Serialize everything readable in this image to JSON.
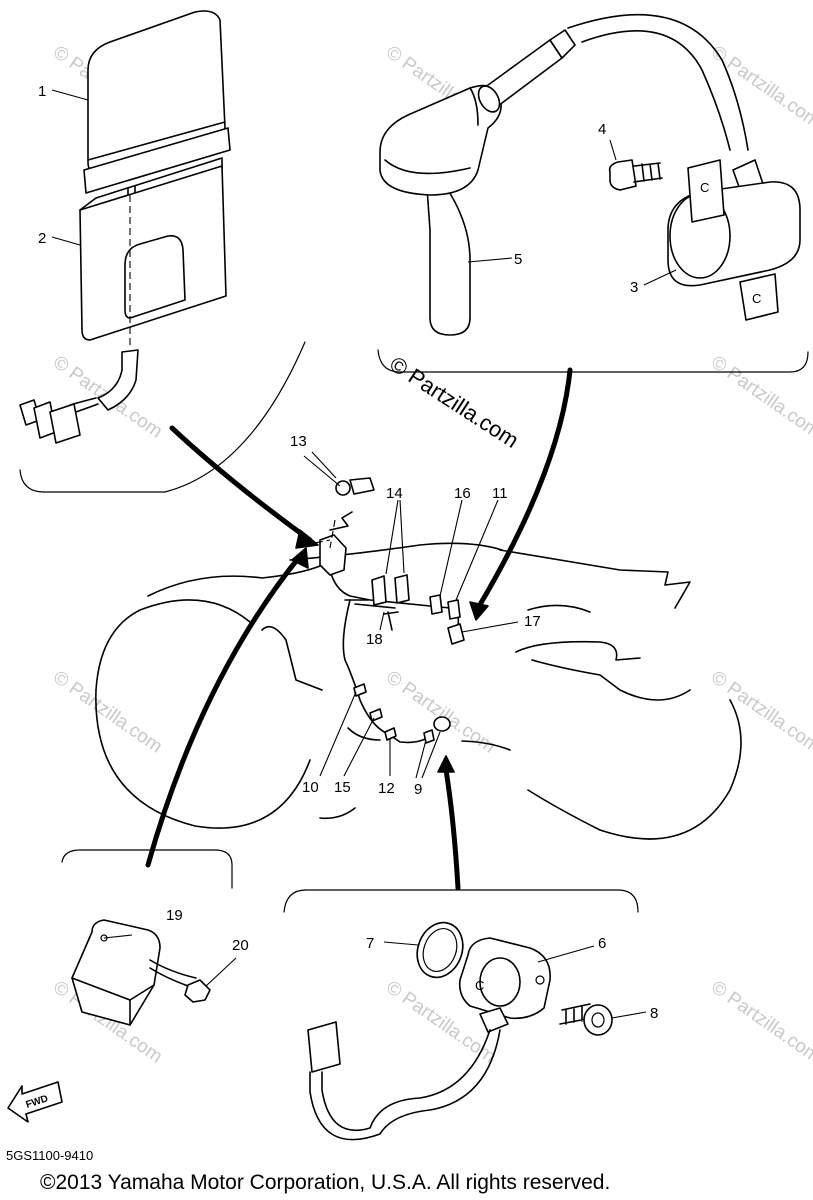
{
  "watermarks": {
    "small": "© Partzilla.com",
    "large": "© Partzilla.com"
  },
  "callouts": {
    "c1": "1",
    "c2": "2",
    "c3": "3",
    "c4": "4",
    "c5": "5",
    "c6": "6",
    "c7": "7",
    "c8": "8",
    "c9": "9",
    "c10": "10",
    "c11": "11",
    "c12": "12",
    "c13": "13",
    "c14": "14",
    "c15": "15",
    "c16": "16",
    "c17": "17",
    "c18": "18",
    "c19": "19",
    "c20": "20"
  },
  "fwd_label": "FWD",
  "diagram_code": "5GS1100-9410",
  "copyright": "©2013 Yamaha Motor Corporation, U.S.A. All rights reserved."
}
